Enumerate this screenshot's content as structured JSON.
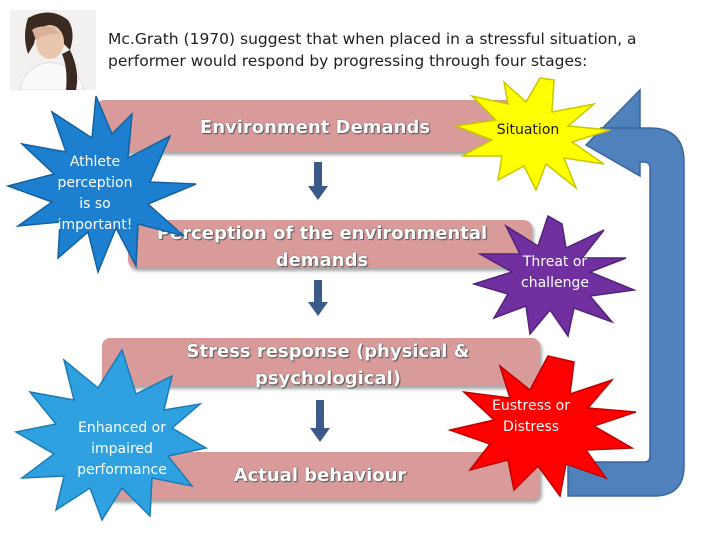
{
  "heading": "Mc.Grath (1970) suggest that when placed in a stressful situation, a performer would respond by progressing through four stages:",
  "stages": [
    "Environment Demands",
    "Perception of the environmental demands",
    "Stress response (physical & psychological)",
    "Actual behaviour"
  ],
  "bursts": {
    "athlete": "Athlete perception is so important!",
    "situation": "Situation",
    "threat": "Threat or challenge",
    "enhanced": "Enhanced or impaired performance",
    "eustress": "Eustress or Distress"
  },
  "colors": {
    "stage_box": "#d99a9a",
    "loop_arrow": "#4f81bd",
    "down_arrow": "#3b5a8a",
    "athlete_burst": "#1d7fd0",
    "situation_burst": "#ffff00",
    "threat_burst": "#7030a0",
    "enhanced_burst": "#2fa0e0",
    "eustress_burst": "#ff0000"
  }
}
